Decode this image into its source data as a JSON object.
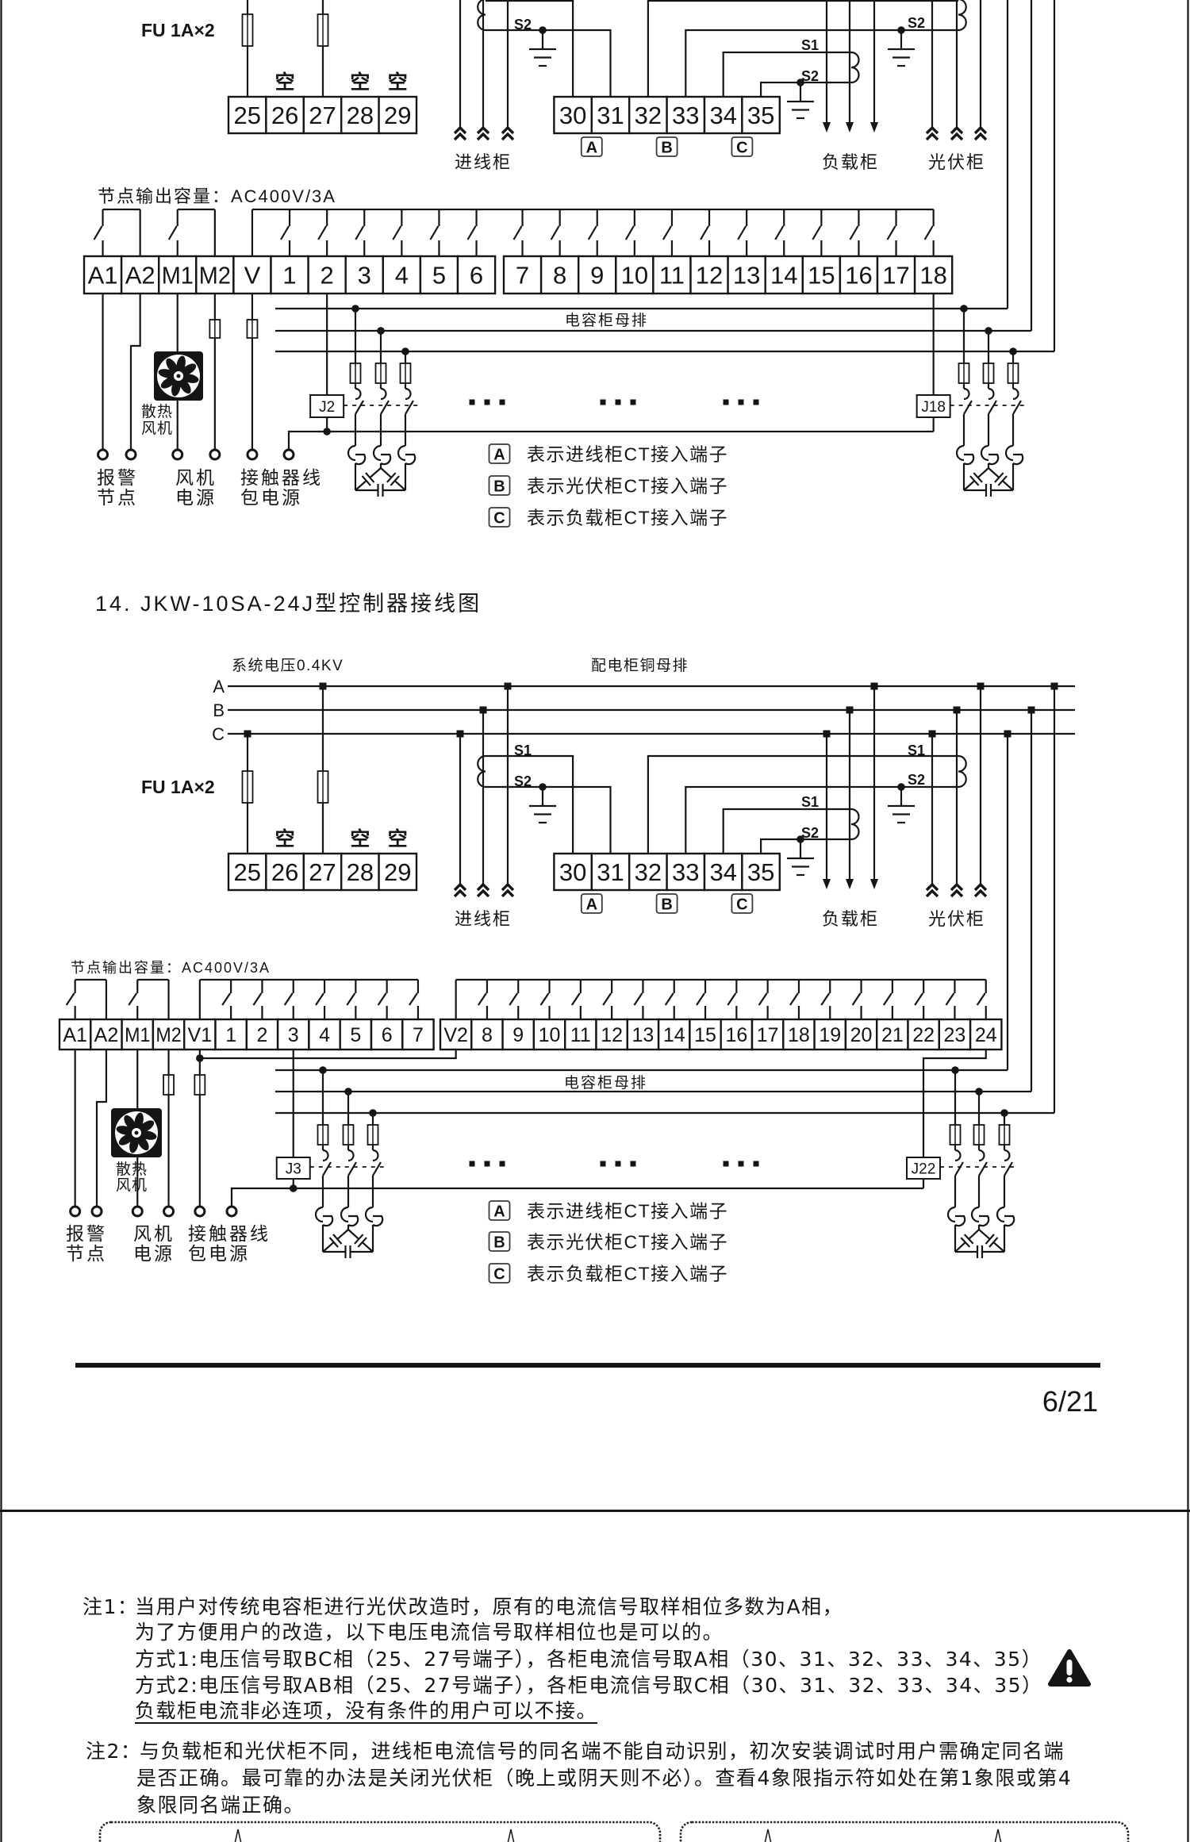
{
  "page": {
    "number": "6/21"
  },
  "colors": {
    "ink": "#151515",
    "paper": "#ffffff"
  },
  "icons": {
    "fan": "cooling-fan-icon",
    "ground": "ground-icon",
    "fuse": "fuse-icon",
    "incoming_arrow": "double-chevron-up-icon",
    "load_arrow": "arrow-down-icon",
    "terminal_post": "terminal-post-icon",
    "warning": "warning-icon"
  },
  "diagram13": {
    "fuse_label": "FU 1A×2",
    "voltage_terminals": [
      "25",
      "26",
      "27",
      "28",
      "29"
    ],
    "voltage_terminal_marks": [
      "",
      "空",
      "",
      "空",
      "空"
    ],
    "ct_terminals": [
      "30",
      "31",
      "32",
      "33",
      "34",
      "35"
    ],
    "ct_groups": [
      "A",
      "B",
      "C"
    ],
    "ct_secondary": {
      "s1": "S1",
      "s2": "S2"
    },
    "cabinets": {
      "incoming": "进线柜",
      "load": "负载柜",
      "pv": "光伏柜"
    },
    "relay_capacity": "节点输出容量：AC400V/3A",
    "output_row1": [
      "A1",
      "A2",
      "M1",
      "M2",
      "V",
      "1",
      "2",
      "3",
      "4",
      "5",
      "6"
    ],
    "output_row2": [
      "7",
      "8",
      "9",
      "10",
      "11",
      "12",
      "13",
      "14",
      "15",
      "16",
      "17",
      "18"
    ],
    "cap_busbar_label": "电容柜母排",
    "contactors": [
      "J2",
      "J18"
    ],
    "fan_label": [
      "散热",
      "风机"
    ],
    "terminal_groups": [
      [
        "报警",
        "节点"
      ],
      [
        "风机",
        "电源"
      ],
      [
        "接触器线",
        "包电源"
      ]
    ],
    "legend": [
      {
        "badge": "A",
        "text": "表示进线柜CT接入端子"
      },
      {
        "badge": "B",
        "text": "表示光伏柜CT接入端子"
      },
      {
        "badge": "C",
        "text": "表示负载柜CT接入端子"
      }
    ]
  },
  "diagram14": {
    "title": "14. JKW-10SA-24J型控制器接线图",
    "system_voltage": "系统电压0.4KV",
    "busbar_label": "配电柜铜母排",
    "phases": [
      "A",
      "B",
      "C"
    ],
    "fuse_label": "FU 1A×2",
    "voltage_terminals": [
      "25",
      "26",
      "27",
      "28",
      "29"
    ],
    "voltage_terminal_marks": [
      "",
      "空",
      "",
      "空",
      "空"
    ],
    "ct_terminals": [
      "30",
      "31",
      "32",
      "33",
      "34",
      "35"
    ],
    "ct_groups": [
      "A",
      "B",
      "C"
    ],
    "ct_secondary": {
      "s1": "S1",
      "s2": "S2"
    },
    "cabinets": {
      "incoming": "进线柜",
      "load": "负载柜",
      "pv": "光伏柜"
    },
    "relay_capacity": "节点输出容量：AC400V/3A",
    "output_row1": [
      "A1",
      "A2",
      "M1",
      "M2",
      "V1",
      "1",
      "2",
      "3",
      "4",
      "5",
      "6",
      "7"
    ],
    "output_row2": [
      "V2",
      "8",
      "9",
      "10",
      "11",
      "12",
      "13",
      "14",
      "15",
      "16",
      "17",
      "18",
      "19",
      "20",
      "21",
      "22",
      "23",
      "24"
    ],
    "cap_busbar_label": "电容柜母排",
    "contactors": [
      "J3",
      "J22"
    ],
    "fan_label": [
      "散热",
      "风机"
    ],
    "terminal_groups": [
      [
        "报警",
        "节点"
      ],
      [
        "风机",
        "电源"
      ],
      [
        "接触器线",
        "包电源"
      ]
    ],
    "legend": [
      {
        "badge": "A",
        "text": "表示进线柜CT接入端子"
      },
      {
        "badge": "B",
        "text": "表示光伏柜CT接入端子"
      },
      {
        "badge": "C",
        "text": "表示负载柜CT接入端子"
      }
    ]
  },
  "notes": {
    "note1": {
      "label": "注1：",
      "lines": [
        "当用户对传统电容柜进行光伏改造时，原有的电流信号取样相位多数为A相，",
        "为了方便用户的改造，以下电压电流信号取样相位也是可以的。",
        "方式1:电压信号取BC相（25、27号端子），各柜电流信号取A相（30、31、32、33、34、35）",
        "方式2:电压信号取AB相（25、27号端子），各柜电流信号取C相（30、31、32、33、34、35）",
        "负载柜电流非必连项，没有条件的用户可以不接。"
      ]
    },
    "note2": {
      "label": "注2：",
      "lines": [
        "与负载柜和光伏柜不同，进线柜电流信号的同名端不能自动识别，初次安装调试时用户需确定同名端",
        "是否正确。最可靠的办法是关闭光伏柜（晚上或阴天则不必）。查看4象限指示符如处在第1象限或第4",
        "象限同名端正确。"
      ]
    }
  }
}
